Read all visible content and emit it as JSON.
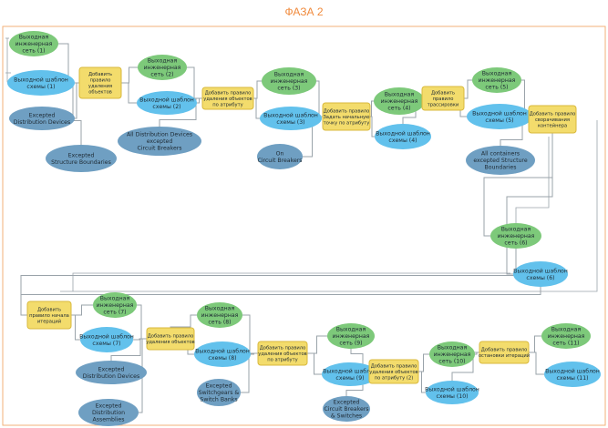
{
  "title": "ФАЗА 2",
  "colors": {
    "frame": "#f3b27a",
    "frame_title": "#f08a3c",
    "green": "#7dc97a",
    "blue": "#62c1ec",
    "yellow": "#f3dc6c",
    "steel": "#6f9fc2",
    "connector": "#9aa3aa"
  },
  "nodes": [
    {
      "id": "n1",
      "kind": "green",
      "lines": [
        "Выходная",
        "инженерная",
        "сеть (1)"
      ]
    },
    {
      "id": "n2",
      "kind": "blue",
      "lines": [
        "Выходной шаблон",
        "схемы (1)"
      ]
    },
    {
      "id": "n3",
      "kind": "steel",
      "lines": [
        "Excepted",
        "Distribution Devices"
      ]
    },
    {
      "id": "n4",
      "kind": "steel",
      "lines": [
        "Excepted",
        "Structure Boundaries"
      ]
    },
    {
      "id": "n5",
      "kind": "yellow",
      "lines": [
        "Добавить",
        "правило",
        "удаления",
        "объектов"
      ]
    },
    {
      "id": "n6",
      "kind": "green",
      "lines": [
        "Выходная",
        "инженерная",
        "сеть (2)"
      ]
    },
    {
      "id": "n7",
      "kind": "blue",
      "lines": [
        "Выходной шаблон",
        "схемы (2)"
      ]
    },
    {
      "id": "n8",
      "kind": "steel",
      "lines": [
        "All Distribution Devices",
        "excepted",
        "Circuit Breakers"
      ]
    },
    {
      "id": "n9",
      "kind": "yellow",
      "lines": [
        "Добавить правило",
        "удаления объектов",
        "по атрибуту"
      ]
    },
    {
      "id": "n10",
      "kind": "green",
      "lines": [
        "Выходная",
        "инженерная",
        "сеть (3)"
      ]
    },
    {
      "id": "n11",
      "kind": "blue",
      "lines": [
        "Выходной шаблон",
        "схемы (3)"
      ]
    },
    {
      "id": "n12",
      "kind": "steel",
      "lines": [
        "On",
        "Circuit Breakers"
      ]
    },
    {
      "id": "n13",
      "kind": "yellow",
      "lines": [
        "Добавить правило",
        "Задать начальную",
        "точку по атрибуту"
      ]
    },
    {
      "id": "n14",
      "kind": "green",
      "lines": [
        "Выходная",
        "инженерная",
        "сеть (4)"
      ]
    },
    {
      "id": "n15",
      "kind": "blue",
      "lines": [
        "Выходной шаблон",
        "схемы (4)"
      ]
    },
    {
      "id": "n16",
      "kind": "yellow",
      "lines": [
        "Добавить",
        "правило",
        "трассировки"
      ]
    },
    {
      "id": "n17",
      "kind": "green",
      "lines": [
        "Выходная",
        "инженерная",
        "сеть (5)"
      ]
    },
    {
      "id": "n18",
      "kind": "blue",
      "lines": [
        "Выходной шаблон",
        "схемы (5)"
      ]
    },
    {
      "id": "n19",
      "kind": "steel",
      "lines": [
        "All containers",
        "excepted Structure",
        "Boundaries"
      ]
    },
    {
      "id": "n20",
      "kind": "yellow",
      "lines": [
        "Добавить правило",
        "сворачивания",
        "контейнера"
      ]
    },
    {
      "id": "n21",
      "kind": "green",
      "lines": [
        "Выходная",
        "инженерная",
        "сеть (6)"
      ]
    },
    {
      "id": "n22",
      "kind": "blue",
      "lines": [
        "Выходной шаблон",
        "схемы (6)"
      ]
    },
    {
      "id": "n23",
      "kind": "yellow",
      "lines": [
        "Добавить",
        "правило начала",
        "итераций"
      ]
    },
    {
      "id": "n24",
      "kind": "green",
      "lines": [
        "Выходная",
        "инженерная",
        "сеть (7)"
      ]
    },
    {
      "id": "n25",
      "kind": "blue",
      "lines": [
        "Выходной шаблон",
        "схемы (7)"
      ]
    },
    {
      "id": "n26",
      "kind": "steel",
      "lines": [
        "Excepted",
        "Distribution Devices"
      ]
    },
    {
      "id": "n27",
      "kind": "steel",
      "lines": [
        "Excepted",
        "Distribution",
        "Assemblies"
      ]
    },
    {
      "id": "n28",
      "kind": "yellow",
      "lines": [
        "Добавить правило",
        "удаления объектов"
      ]
    },
    {
      "id": "n29",
      "kind": "green",
      "lines": [
        "Выходная",
        "инженерная",
        "сеть (8)"
      ]
    },
    {
      "id": "n30",
      "kind": "blue",
      "lines": [
        "Выходной шаблон",
        "схемы (8)"
      ]
    },
    {
      "id": "n31",
      "kind": "steel",
      "lines": [
        "Excepted",
        "Switchgears &",
        "Switch Banks"
      ]
    },
    {
      "id": "n32",
      "kind": "yellow",
      "lines": [
        "Добавить правило",
        "удаления объектов",
        "по атрибуту"
      ]
    },
    {
      "id": "n33",
      "kind": "green",
      "lines": [
        "Выходная",
        "инженерная",
        "сеть (9)"
      ]
    },
    {
      "id": "n34",
      "kind": "blue",
      "lines": [
        "Выходной шаблон",
        "схемы (9)"
      ]
    },
    {
      "id": "n35",
      "kind": "steel",
      "lines": [
        "Excepted",
        "Circuit Breakers",
        "& Switches"
      ]
    },
    {
      "id": "n36",
      "kind": "yellow",
      "lines": [
        "Добавить правило",
        "удаления объектов",
        "по атрибуту (2)"
      ]
    },
    {
      "id": "n37",
      "kind": "green",
      "lines": [
        "Выходная",
        "инженерная",
        "сеть (10)"
      ]
    },
    {
      "id": "n38",
      "kind": "blue",
      "lines": [
        "Выходной шаблон",
        "схемы (10)"
      ]
    },
    {
      "id": "n39",
      "kind": "yellow",
      "lines": [
        "Добавить правило",
        "остановки итераций"
      ]
    },
    {
      "id": "n40",
      "kind": "green",
      "lines": [
        "Выходная",
        "инженерная",
        "сеть (11)"
      ]
    },
    {
      "id": "n41",
      "kind": "blue",
      "lines": [
        "Выходной шаблон",
        "схемы (11)"
      ]
    }
  ],
  "edges": [
    [
      "n1",
      "n5"
    ],
    [
      "n2",
      "n5"
    ],
    [
      "n3",
      "n5"
    ],
    [
      "n4",
      "n5"
    ],
    [
      "n5",
      "n6"
    ],
    [
      "n5",
      "n7"
    ],
    [
      "n6",
      "n9"
    ],
    [
      "n7",
      "n9"
    ],
    [
      "n8",
      "n9"
    ],
    [
      "n9",
      "n10"
    ],
    [
      "n9",
      "n11"
    ],
    [
      "n10",
      "n13"
    ],
    [
      "n11",
      "n13"
    ],
    [
      "n12",
      "n13"
    ],
    [
      "n13",
      "n14"
    ],
    [
      "n13",
      "n15"
    ],
    [
      "n14",
      "n16"
    ],
    [
      "n15",
      "n16"
    ],
    [
      "n16",
      "n17"
    ],
    [
      "n16",
      "n18"
    ],
    [
      "n17",
      "n20"
    ],
    [
      "n18",
      "n20"
    ],
    [
      "n19",
      "n20"
    ],
    [
      "n20",
      "n21"
    ],
    [
      "n20",
      "n22"
    ],
    [
      "n21",
      "n23"
    ],
    [
      "n22",
      "n23"
    ],
    [
      "n23",
      "n24"
    ],
    [
      "n23",
      "n25"
    ],
    [
      "n24",
      "n28"
    ],
    [
      "n25",
      "n28"
    ],
    [
      "n26",
      "n28"
    ],
    [
      "n27",
      "n28"
    ],
    [
      "n28",
      "n29"
    ],
    [
      "n28",
      "n30"
    ],
    [
      "n29",
      "n32"
    ],
    [
      "n30",
      "n32"
    ],
    [
      "n31",
      "n32"
    ],
    [
      "n32",
      "n33"
    ],
    [
      "n32",
      "n34"
    ],
    [
      "n33",
      "n36"
    ],
    [
      "n34",
      "n36"
    ],
    [
      "n35",
      "n36"
    ],
    [
      "n36",
      "n37"
    ],
    [
      "n36",
      "n38"
    ],
    [
      "n37",
      "n39"
    ],
    [
      "n38",
      "n39"
    ],
    [
      "n39",
      "n40"
    ],
    [
      "n39",
      "n41"
    ]
  ]
}
